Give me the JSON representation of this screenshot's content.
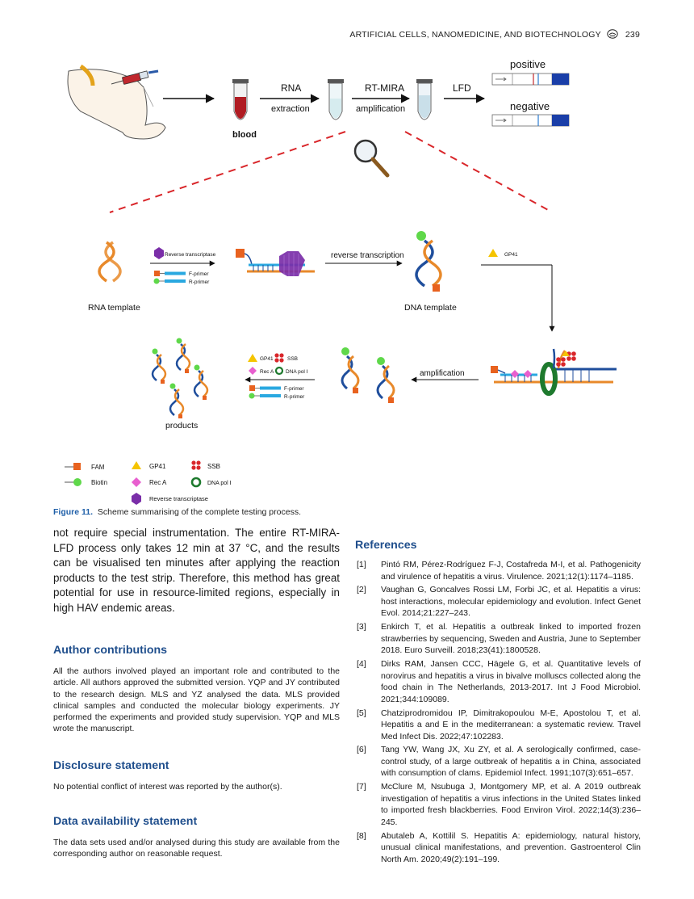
{
  "header": {
    "journal": "ARTIFICIAL CELLS, NANOMEDICINE, AND BIOTECHNOLOGY",
    "page": "239"
  },
  "figure": {
    "top": {
      "blood": "blood",
      "rna": "RNA",
      "extraction": "extraction",
      "rtmira": "RT-MIRA",
      "amplification": "amplification",
      "lfd": "LFD",
      "positive": "positive",
      "negative": "negative"
    },
    "mid": {
      "rna_template": "RNA template",
      "reverse_transcriptase": "Reverse transcriptase",
      "f_primer": "F-primer",
      "r_primer": "R-primer",
      "reverse_transcription": "reverse transcription",
      "dna_template": "DNA template",
      "gp41": "GP41"
    },
    "bottom": {
      "products": "products",
      "gp41": "GP41",
      "ssb": "SSB",
      "rec_a": "Rec A",
      "dna_pol": "DNA pol Ⅰ",
      "f_primer": "F-primer",
      "r_primer": "R-primer",
      "amplification": "amplification"
    },
    "legend": {
      "fam": "FAM",
      "gp41": "GP41",
      "ssb": "SSB",
      "biotin": "Biotin",
      "rec_a": "Rec A",
      "dna_pol": "DNA pol Ⅰ",
      "reverse_transcriptase": "Reverse transcriptase"
    },
    "colors": {
      "fam": "#e8621f",
      "biotin": "#5fd84a",
      "gp41": "#f5c400",
      "ssb": "#d9262a",
      "rec_a": "#e85fcf",
      "dna_pol": "#1e7a2e",
      "reverse_transcriptase": "#7a2ea8",
      "primer": "#29a8e0",
      "dna_blue": "#1f4e9c",
      "dna_orange": "#e8892a",
      "dashed": "#d9262a",
      "strip_blue": "#1a3ea8"
    }
  },
  "caption": {
    "label": "Figure 11.",
    "text": "Scheme summarising of the complete testing process."
  },
  "left_column": {
    "intro_paragraph": "not require special instrumentation. The entire RT-MIRA-LFD process only takes 12 min at 37 °C, and the results can be visualised ten minutes after applying the reaction products to the test strip. Therefore, this method has great potential for use in resource-limited regions, especially in high HAV endemic areas.",
    "author_contributions": {
      "heading": "Author contributions",
      "text": "All the authors involved played an important role and contributed to the article. All authors approved the submitted version. YQP and JY contributed to the research design. MLS and YZ analysed the data. MLS provided clinical samples and conducted the molecular biology experiments. JY performed the experiments and provided study supervision. YQP and MLS wrote the manuscript."
    },
    "disclosure": {
      "heading": "Disclosure statement",
      "text": "No potential conflict of interest was reported by the author(s)."
    },
    "data_availability": {
      "heading": "Data availability statement",
      "text": "The data sets used and/or analysed during this study are available from the corresponding author on reasonable request."
    }
  },
  "references": {
    "heading": "References",
    "items": [
      {
        "num": "[1]",
        "text": "Pintó RM, Pérez-Rodríguez F-J, Costafreda M-I, et al. Pathogenicity and virulence of hepatitis a virus. Virulence. 2021;12(1):1174–1185."
      },
      {
        "num": "[2]",
        "text": "Vaughan G, Goncalves Rossi LM, Forbi JC, et al. Hepatitis a virus: host interactions, molecular epidemiology and evolution. Infect Genet Evol. 2014;21:227–243."
      },
      {
        "num": "[3]",
        "text": "Enkirch T, et al. Hepatitis a outbreak linked to imported frozen strawberries by sequencing, Sweden and Austria, June to September 2018. Euro Surveill. 2018;23(41):1800528."
      },
      {
        "num": "[4]",
        "text": "Dirks RAM, Jansen CCC, Hägele G, et al. Quantitative levels of norovirus and hepatitis a virus in bivalve molluscs collected along the food chain in The Netherlands, 2013-2017. Int J Food Microbiol. 2021;344:109089."
      },
      {
        "num": "[5]",
        "text": "Chatziprodromidou IP, Dimitrakopoulou M-E, Apostolou T, et al. Hepatitis a and E in the mediterranean: a systematic review. Travel Med Infect Dis. 2022;47:102283."
      },
      {
        "num": "[6]",
        "text": "Tang YW, Wang JX, Xu ZY, et al. A serologically confirmed, case-control study, of a large outbreak of hepatitis a in China, associated with consumption of clams. Epidemiol Infect. 1991;107(3):651–657."
      },
      {
        "num": "[7]",
        "text": "McClure M, Nsubuga J, Montgomery MP, et al. A 2019 outbreak investigation of hepatitis a virus infections in the United States linked to imported fresh blackberries. Food Environ Virol. 2022;14(3):236–245."
      },
      {
        "num": "[8]",
        "text": "Abutaleb A, Kottilil S. Hepatitis A: epidemiology, natural history, unusual clinical manifestations, and prevention. Gastroenterol Clin North Am. 2020;49(2):191–199."
      }
    ]
  }
}
